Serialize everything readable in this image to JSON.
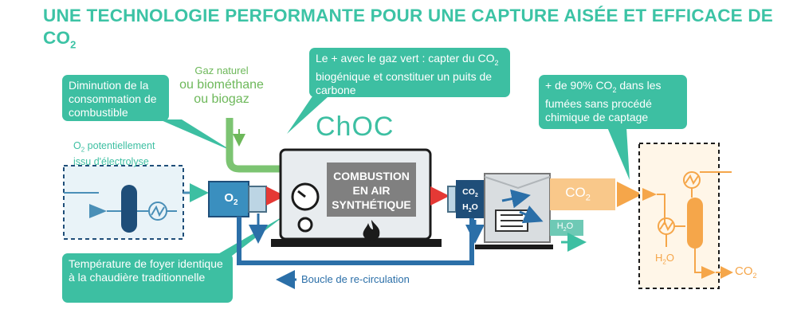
{
  "title": {
    "main": "UNE TECHNOLOGIE PERFORMANTE POUR UNE CAPTURE AISÉE ET EFFICACE DE CO",
    "sub": "2"
  },
  "logo": "ChOC",
  "callouts": {
    "diminution": "Diminution de la consommation de combustible",
    "gaz_vert_pre": "Le + avec le gaz vert : capter du CO",
    "gaz_vert_sub": "2",
    "gaz_vert_post": " biogénique et constituer un puits de carbone",
    "fumees_pre": "+ de 90% CO",
    "fumees_sub": "2",
    "fumees_post": " dans les fumées sans procédé chimique de captage",
    "temperature": "Température de foyer identique à la chaudière traditionnelle"
  },
  "gas": {
    "line1": "Gaz naturel",
    "line2": "ou biométhane",
    "line3": "ou biogaz"
  },
  "o2_source": {
    "line1_pre": "O",
    "line1_sub": "2",
    "line1_post": " potentiellement",
    "line2": "issu d'électrolyse"
  },
  "labels": {
    "o2": "O",
    "o2_sub": "2",
    "co2_small": "CO",
    "co2_small_sub": "2",
    "h2o_small": "H",
    "h2o_small_sub": "2",
    "h2o_small_end": "O",
    "co2_big": "CO",
    "co2_big_sub": "2",
    "h2o_out": "H",
    "h2o_out_sub": "2",
    "h2o_out_end": "O",
    "h2o_right": "H",
    "h2o_right_sub": "2",
    "h2o_right_end": "O",
    "co2_right": "CO",
    "co2_right_sub": "2",
    "boucle": "Boucle de re-circulation"
  },
  "combustion": {
    "line1": "COMBUSTION",
    "line2": "EN AIR",
    "line3": "SYNTHÉTIQUE"
  },
  "colors": {
    "teal": "#3dbfa2",
    "title": "#3cc3a5",
    "blue": "#2b6fa8",
    "steel": "#4a8fb7",
    "green": "#6db85a",
    "orange": "#f5a64a",
    "red": "#e53935",
    "gray": "#808080"
  }
}
